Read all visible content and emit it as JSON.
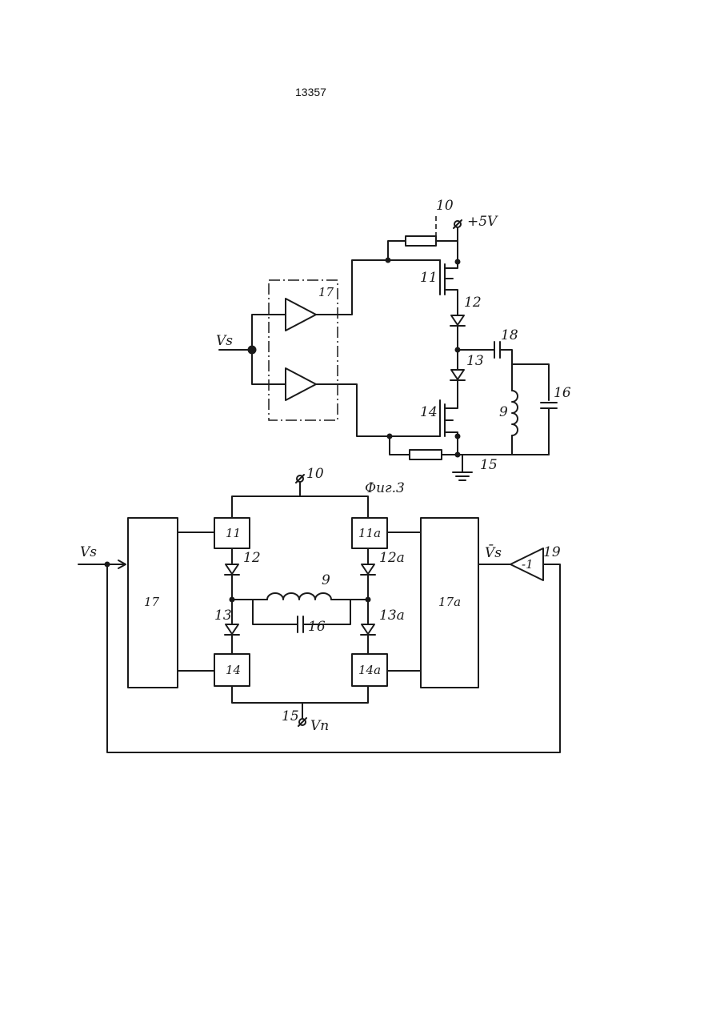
{
  "page_number": "13357",
  "figure_top": {
    "amplifier_block": "17",
    "input_signal": "Vs",
    "supply_node": "10",
    "supply_voltage": "+5V",
    "transistor_upper": "11",
    "diode_upper": "12",
    "diode_lower": "13",
    "transistor_lower": "14",
    "ground_node": "15",
    "capacitor_coupling": "18",
    "inductor": "9",
    "capacitor_tank": "16"
  },
  "figure_caption": "Фиг.3",
  "figure_bottom": {
    "supply_node": "10",
    "input_signal": "Vs",
    "block_left": "17",
    "block_right": "17a",
    "switch_top_left": "11",
    "switch_top_right": "11a",
    "switch_bottom_left": "14",
    "switch_bottom_right": "14a",
    "diode_12": "12",
    "diode_12a": "12a",
    "diode_13": "13",
    "diode_13a": "13a",
    "inductor": "9",
    "capacitor": "16",
    "ground_node": "15",
    "ground_label": "Vn",
    "inverter_gain": "-1",
    "inverter_ref": "19",
    "inverted_signal": "V̄s"
  }
}
